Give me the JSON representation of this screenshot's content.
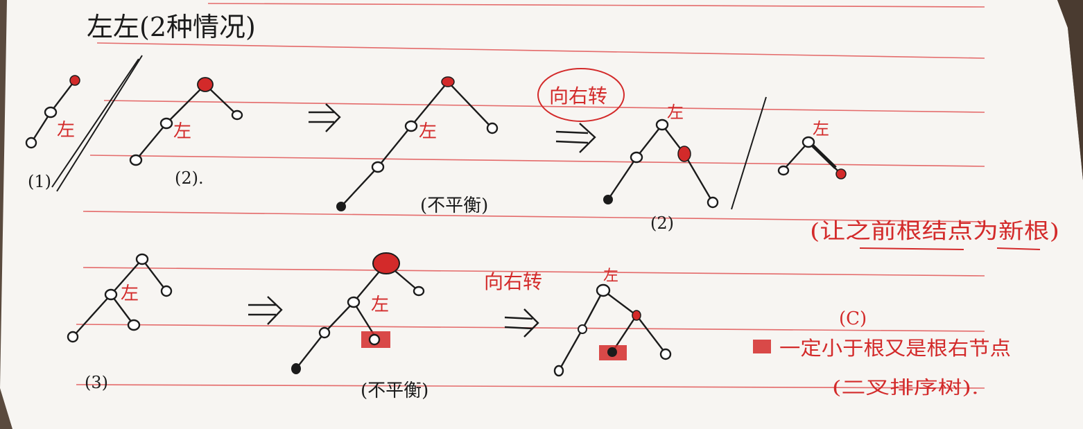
{
  "page_title": "左左(2种情况)",
  "case_labels": {
    "case1": "(1)",
    "case2": "(2).",
    "case3": "(3)"
  },
  "diagram_labels": {
    "left_marker": "左",
    "unbalanced": "(不平衡)",
    "unbalanced_b": "(不平衡)",
    "rotate_right": "向右转",
    "rotate_right_b": "向右转",
    "result_label": "(2)",
    "note_new_root": "(让之前根结点为新根)",
    "note_c": "(C)",
    "note_legend": "一定小于根又是根右节点",
    "note_bst": "(二叉排序树)."
  },
  "colors": {
    "ink": "#1b1b1b",
    "red_ink": "#d32a2a",
    "rule": "#e05a5a",
    "paper": "#f7f5f2"
  }
}
